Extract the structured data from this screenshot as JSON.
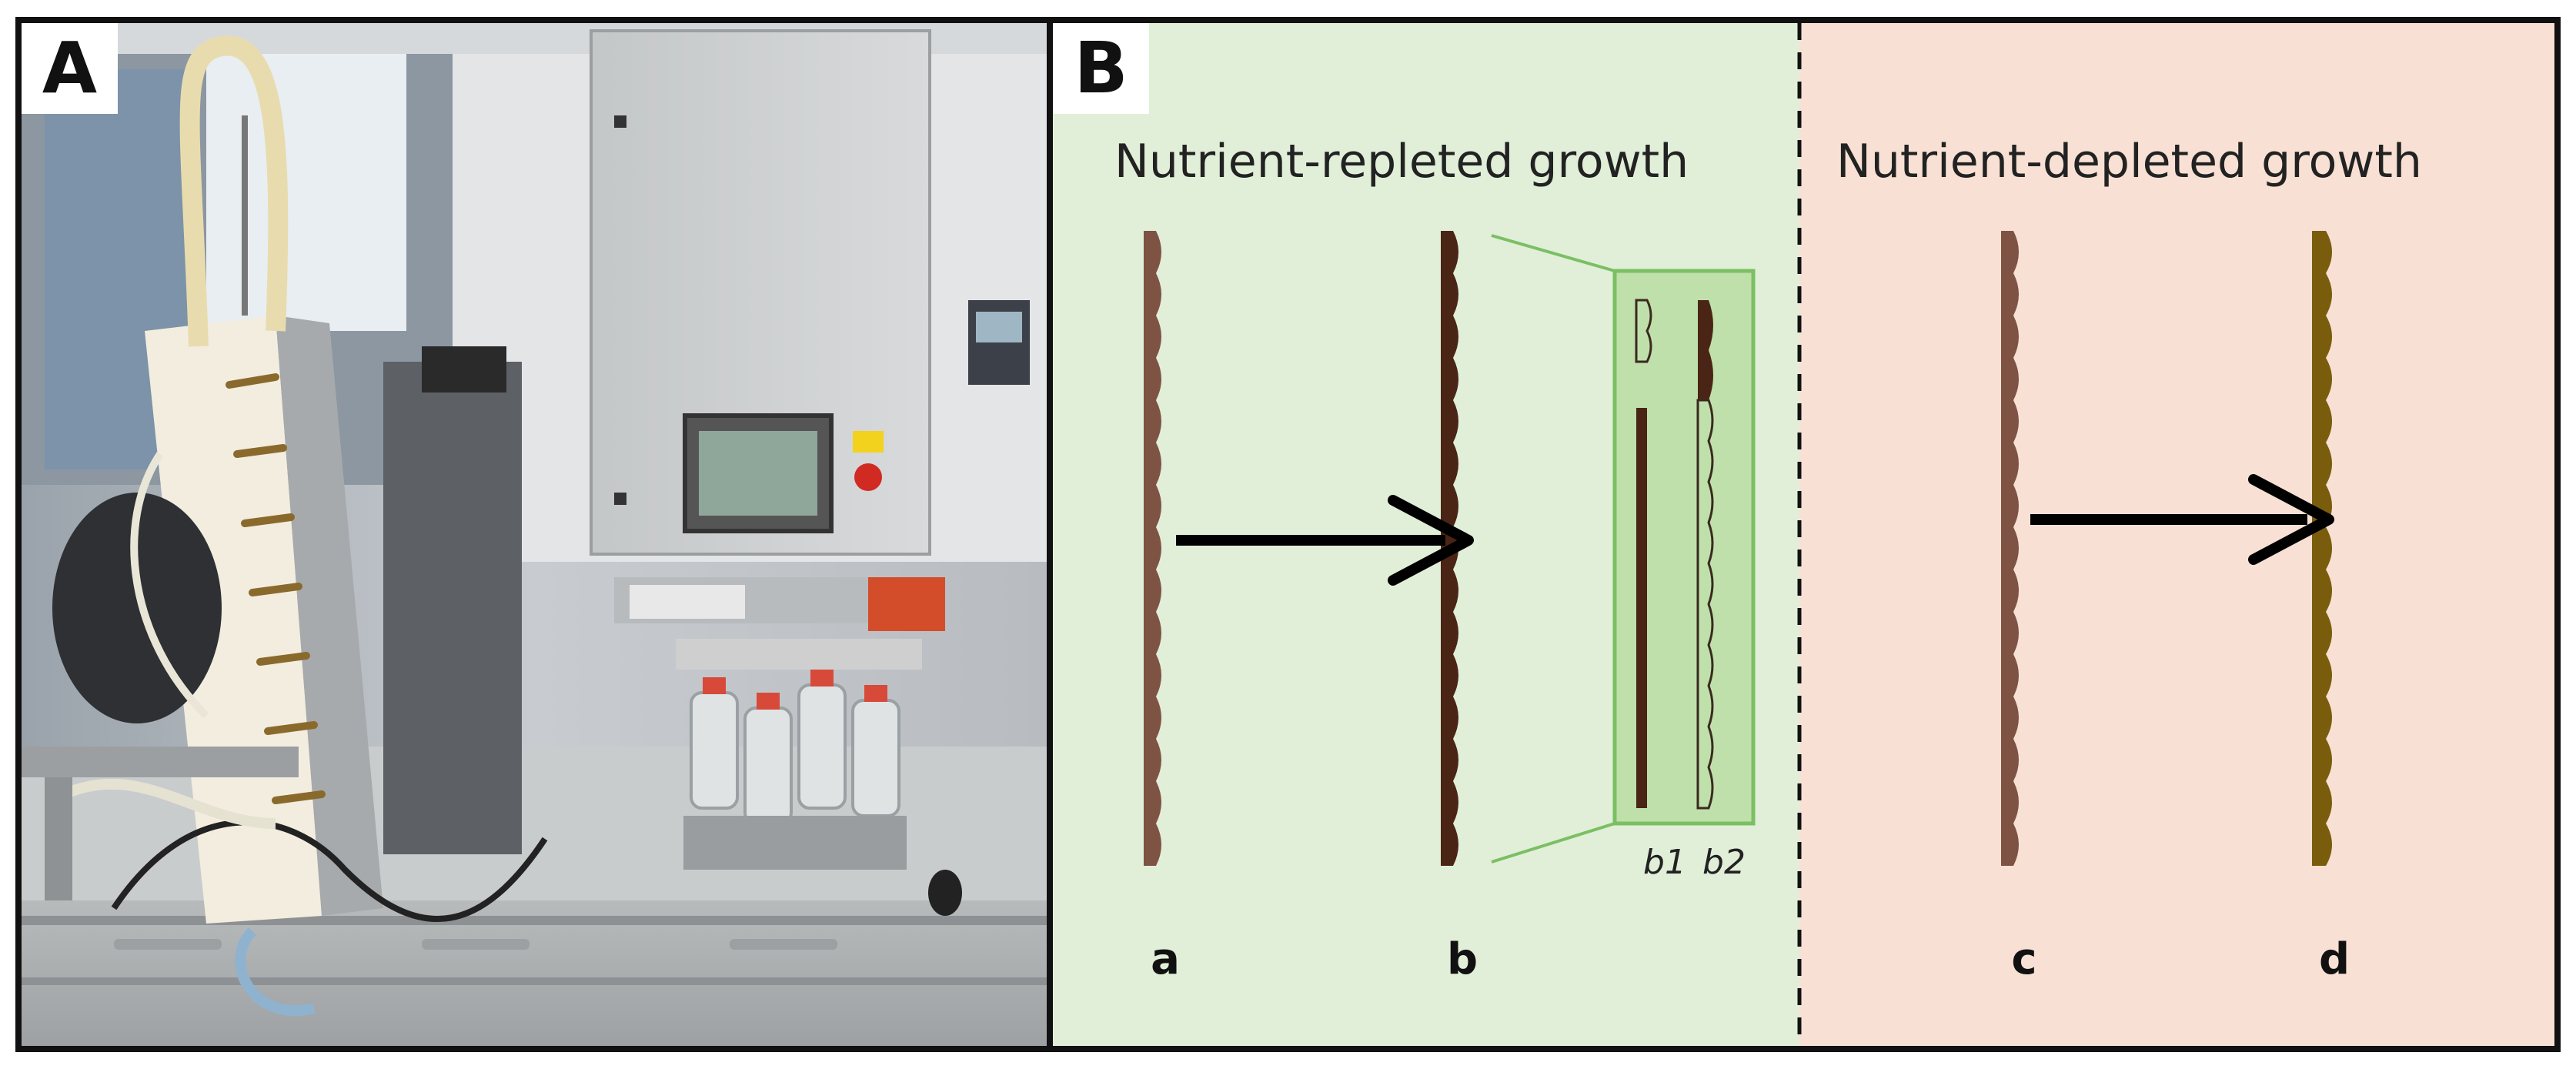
{
  "figure": {
    "panel_a": {
      "letter": "A"
    },
    "panel_b": {
      "letter": "B",
      "left_section": {
        "heading": "Nutrient-repleted growth",
        "color": "#e1efd9"
      },
      "right_section": {
        "heading": "Nutrient-depleted growth",
        "color": "#f8e1d4"
      },
      "labels": {
        "a": "a",
        "b": "b",
        "c": "c",
        "d": "d",
        "b1": "b1",
        "b2": "b2"
      },
      "colors": {
        "bar_light": "#7e5344",
        "bar_dark": "#4a2515",
        "bar_olive": "#7a5d0c",
        "inset_frame": "#7bbf63",
        "inset_fill": "#bfe0aa"
      }
    }
  }
}
